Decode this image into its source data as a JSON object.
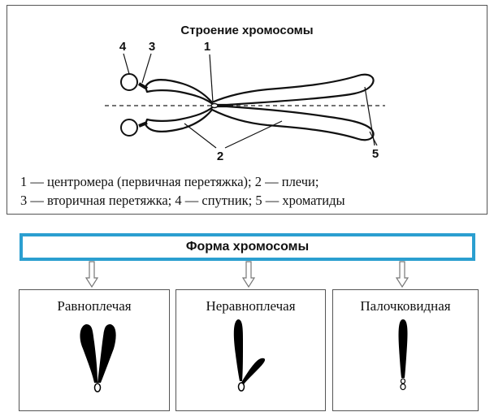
{
  "structure": {
    "title": "Строение хромосомы",
    "callouts": {
      "centromere": "1",
      "arms": "2",
      "secondary_constriction": "3",
      "satellite": "4",
      "chromatids": "5"
    },
    "legend": {
      "line1": "1 — центромера (первичная перетяжка); 2 — плечи;",
      "line2": "3 — вторичная перетяжка; 4 — спутник; 5 — хроматиды"
    }
  },
  "forms": {
    "header": "Форма хромосомы",
    "accent_color": "#2b9fd0",
    "items": [
      {
        "label": "Равноплечая"
      },
      {
        "label": "Неравноплечая"
      },
      {
        "label": "Палочковидная"
      }
    ]
  }
}
